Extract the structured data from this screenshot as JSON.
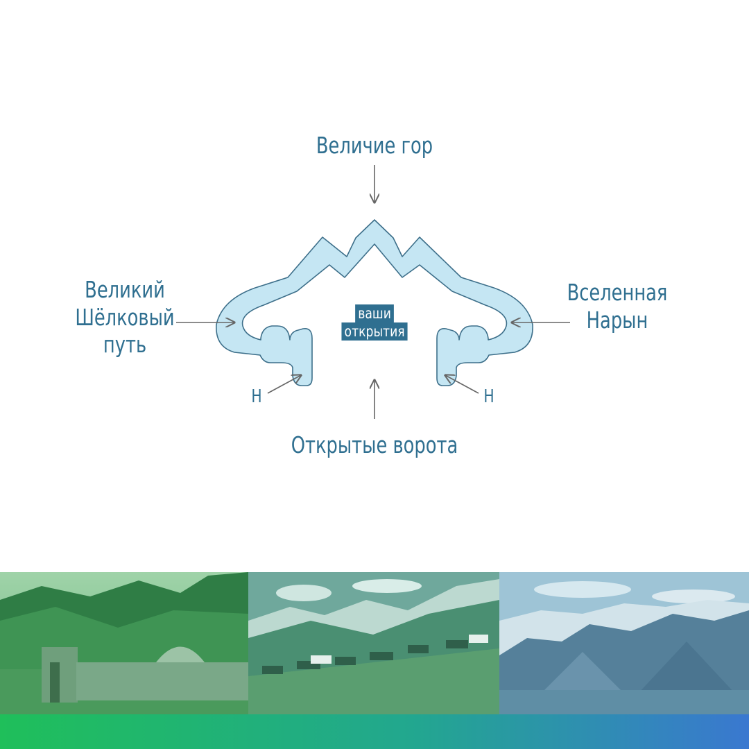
{
  "labels": {
    "top": "Величие гор",
    "left": [
      "Великий",
      "Шёлковый",
      "путь"
    ],
    "right": [
      "Вселенная",
      "Нарын"
    ],
    "bottom": "Открытые ворота",
    "n_left": "Н",
    "n_right": "Н"
  },
  "center_badge": [
    "ваши",
    "открытия"
  ],
  "colors": {
    "text": "#2f6f90",
    "shape_fill": "#c5e6f3",
    "shape_stroke": "#3d6f8a",
    "arrow": "#666666",
    "badge": "#2f6f90",
    "gradient_start": "#1fbf5a",
    "gradient_end": "#3a78d0"
  },
  "photos": [
    {
      "name": "caravanserai-photo",
      "tint": "#2e8b4e"
    },
    {
      "name": "horses-photo",
      "tint": "#3b8a6a"
    },
    {
      "name": "mountains-photo",
      "tint": "#3f78a0"
    }
  ]
}
